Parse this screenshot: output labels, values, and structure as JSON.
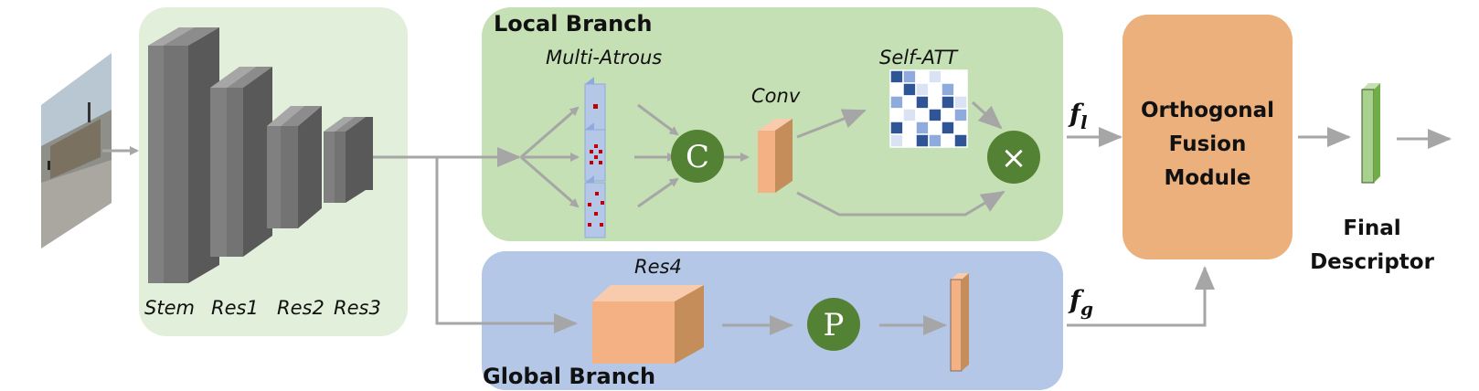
{
  "backbone": {
    "stages": [
      "Stem",
      "Res1",
      "Res2",
      "Res3"
    ]
  },
  "local_branch": {
    "title": "Local Branch",
    "multi_atrous_label": "Multi-Atrous",
    "conv_label": "Conv",
    "self_att_label": "Self-ATT",
    "concat_symbol": "C",
    "multiply_symbol": "×",
    "feature": {
      "base": "f",
      "sub": "l"
    }
  },
  "global_branch": {
    "title": "Global Branch",
    "res4_label": "Res4",
    "pool_symbol": "P",
    "feature": {
      "base": "f",
      "sub": "g"
    }
  },
  "fusion": {
    "line1": "Orthogonal",
    "line2": "Fusion",
    "line3": "Module"
  },
  "output": {
    "line1": "Final",
    "line2": "Descriptor"
  },
  "colors": {
    "backbone_panel": "#e2efda",
    "local_panel": "#c5e0b4",
    "global_panel": "#b4c7e7",
    "fusion_box": "#ecb07d",
    "operator_circle": "#548235",
    "arrow": "#a6a6a6",
    "descriptor": "#a9d18e"
  }
}
